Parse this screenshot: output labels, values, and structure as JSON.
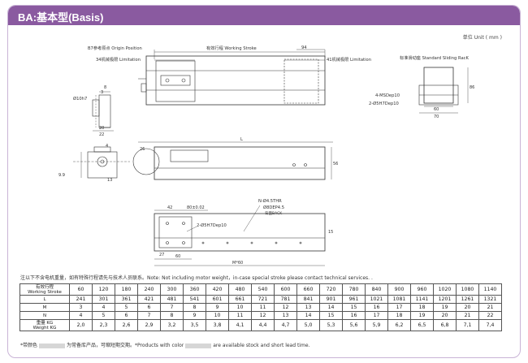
{
  "header": {
    "title": "BA:基本型(Basis)"
  },
  "unit_label": "单位 Unit ( mm )",
  "drawing": {
    "origin_label": "B7参考原点 Origin Position",
    "working_stroke_label": "有效行程 Working Stroke",
    "limit_left_label": "34机械极限 Limitation",
    "limit_right_label": "41机械极限 Limitation",
    "dim_94": "94",
    "dim_phi10h7": "Ø10h7",
    "dim_8": "8",
    "dim_3": "3",
    "dim_20": "20",
    "dim_22": "22",
    "sliding_rack_label": "标准滑动座 Standard Sliding RacK",
    "msdep_label": "4-MSDep10",
    "h7dep_label": "2-Ø5H7Dep10",
    "dim_60": "60",
    "dim_70": "70",
    "dim_86": "86",
    "dim_L": "L",
    "dim_26": "26",
    "dim_56": "56",
    "dim_4": "4",
    "dim_9_9": "9.9",
    "dim_13": "13",
    "dim_42": "42",
    "dim_80": "80±0.02",
    "nthr_label": "N-Ø4.5THR",
    "dep_label": "Ø8DEP4.5",
    "back_label": "背面BACK",
    "h7dep_bottom_label": "2-Ø5H7Dep10",
    "dim_15": "15",
    "dim_27": "27",
    "dim_60b": "60",
    "dim_M60": "M*60"
  },
  "note": "注以下不含电机重量，如有特殊行程请先与技术人员联系。Note: Not including motor weight，in-case special stroke please contact technical services. .",
  "table": {
    "rows": [
      {
        "head_line1": "有效行程",
        "head_line2": "Working Stroke",
        "values": [
          "60",
          "120",
          "180",
          "240",
          "300",
          "360",
          "420",
          "480",
          "540",
          "600",
          "660",
          "720",
          "780",
          "840",
          "900",
          "960",
          "1020",
          "1080",
          "1140"
        ]
      },
      {
        "head_line1": "L",
        "head_line2": "",
        "values": [
          "241",
          "301",
          "361",
          "421",
          "481",
          "541",
          "601",
          "661",
          "721",
          "781",
          "841",
          "901",
          "961",
          "1021",
          "1081",
          "1141",
          "1201",
          "1261",
          "1321"
        ]
      },
      {
        "head_line1": "M",
        "head_line2": "",
        "values": [
          "3",
          "4",
          "5",
          "6",
          "7",
          "8",
          "9",
          "10",
          "11",
          "12",
          "13",
          "14",
          "15",
          "16",
          "17",
          "18",
          "19",
          "20",
          "21"
        ]
      },
      {
        "head_line1": "N",
        "head_line2": "",
        "values": [
          "4",
          "5",
          "6",
          "7",
          "8",
          "9",
          "10",
          "11",
          "12",
          "13",
          "14",
          "15",
          "16",
          "17",
          "18",
          "19",
          "20",
          "21",
          "22"
        ]
      },
      {
        "head_line1": "重量 KG",
        "head_line2": "Weight KG",
        "values": [
          "2,0",
          "2,3",
          "2,6",
          "2,9",
          "3,2",
          "3,5",
          "3,8",
          "4,1",
          "4,4",
          "4,7",
          "5,0",
          "5,3",
          "5,6",
          "5,9",
          "6,2",
          "6,5",
          "6,8",
          "7,1",
          "7,4"
        ]
      }
    ]
  },
  "footnote": {
    "before": "*带颜色",
    "middle": "为常备库产品，可缩短期交期。*Products with color",
    "after": "are available stock  and short lead time."
  },
  "colors": {
    "header": "#8a5aa0",
    "line": "#333333",
    "highlight": "#d6d6d6"
  }
}
